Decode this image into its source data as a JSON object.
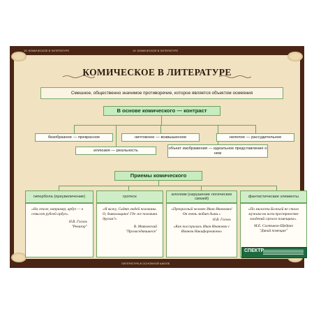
{
  "topbar": {
    "left": "19. КОМИЧЕСКОЕ В ЛИТЕРАТУРЕ",
    "center": "19. КОМИЧЕСКОЕ В ЛИТЕРАТУРЕ"
  },
  "bottombar": "ЛИТЕРАТУРА В ОСНОВНОЙ ШКОЛЕ",
  "title": "КОМИЧЕСКОЕ В ЛИТЕРАТУРЕ",
  "definition": "Смешное, общественно значимое противоречие, которое является объектом осмеяния",
  "contrast": {
    "header": "В основе комического — контраст",
    "items": [
      "безобразное — прекрасное",
      "ничтожное — возвышенное",
      "нелепое — рассудительное",
      "иллюзия — реальность",
      "объект изображения — идеальное представление о нем"
    ]
  },
  "devices": {
    "header": "Приемы комического",
    "columns": [
      {
        "name": "гипербола (преувеличение)",
        "quote": "«На столе, например, арбуз — в семьсот рублей арбуз».",
        "author": "Н.В. Гоголь",
        "work": "\"Ревизор\""
      },
      {
        "name": "гротеск",
        "quote": "«Я вижу, Сидят людей половины. О, дьявольщина! Где же половина другая?»",
        "author": "В. Маяковский",
        "work": "\"Прозаседавшиеся\""
      },
      {
        "name": "алогизм (нарушение логических связей)",
        "quote": "«Прекрасный человек Иван Иванович! Он очень любит дыни.»",
        "author": "Н.В. Гоголь",
        "quote2": "«Как поссорились Иван Иванович с Иваном Никифоровичем»"
      },
      {
        "name": "фантастические элементы",
        "quote": "«По милости Божьей не стало мужика на всем пространстве владений глупого помещика».",
        "author": "М.Е. Салтыков-Щедрин",
        "work": "\"Дикий помещик\""
      }
    ]
  },
  "logo": "СПЕКТР",
  "colors": {
    "frame": "#4a2516",
    "parchment": "#f1e2c1",
    "header_green": "#c7ecc0",
    "border_green": "#6aa35e"
  }
}
